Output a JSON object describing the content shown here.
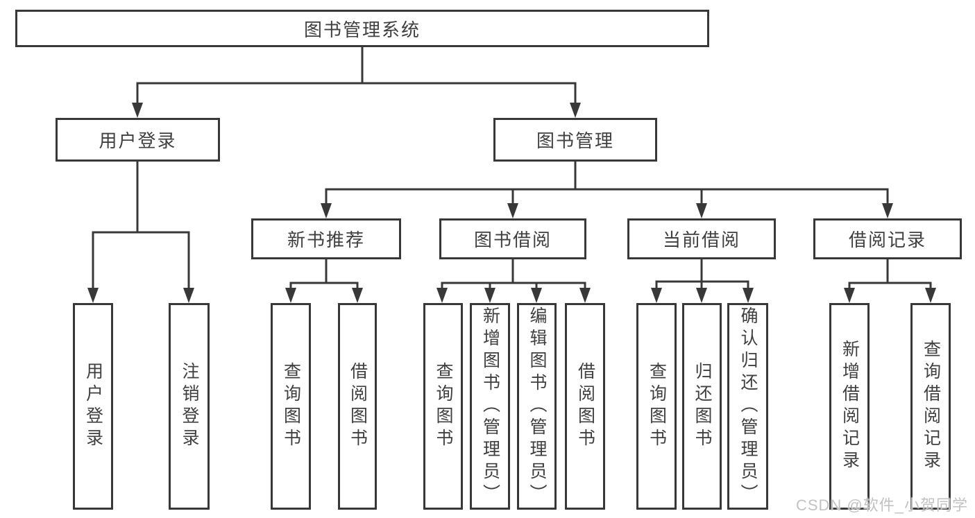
{
  "diagram": {
    "nodes": {
      "root": "图书管理系统",
      "user_login": "用户登录",
      "book_mgmt": "图书管理",
      "new_books": "新书推荐",
      "book_borrow": "图书借阅",
      "current_borrow": "当前借阅",
      "borrow_records": "借阅记录",
      "leaves": {
        "user_login_leaf": "用户登录",
        "logout": "注销登录",
        "query_books_a": "查询图书",
        "borrow_books_a": "借阅图书",
        "query_books_b": "查询图书",
        "add_books": "新增图书（管理员）",
        "edit_books": "编辑图书（管理员）",
        "borrow_books_b": "借阅图书",
        "query_books_c": "查询图书",
        "return_books": "归还图书",
        "confirm_return": "确认归还（管理员）",
        "add_borrow_record": "新增借阅记录",
        "query_borrow_record": "查询借阅记录"
      }
    },
    "colors": {
      "line": "#383838",
      "text": "#3f3f3f",
      "background": "#ffffff",
      "watermark": "#c2c2c2"
    }
  },
  "watermark": "CSDN @软件_小贺同学"
}
